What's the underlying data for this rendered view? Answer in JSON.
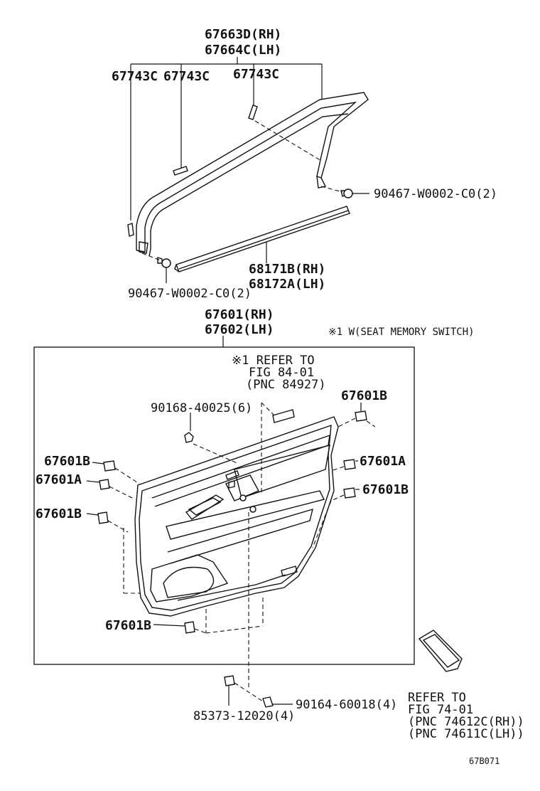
{
  "labels": {
    "moulding_rh": "67663D(RH)",
    "moulding_lh": "67664C(LH)",
    "clip_a": "67743C",
    "clip_b": "67743C",
    "clip_c": "67743C",
    "screw_top_right": "90467-W0002-C0(2)",
    "weatherstrip_rh": "68171B(RH)",
    "weatherstrip_lh": "68172A(LH)",
    "screw_top_left": "90467-W0002-C0(2)",
    "panel_rh": "67601(RH)",
    "panel_lh": "67602(LH)",
    "note_seat_memory": "※1 W(SEAT MEMORY SWITCH)",
    "refer_84_line1": "※1 REFER TO",
    "refer_84_line2": "FIG 84-01",
    "refer_84_line3": "(PNC 84927)",
    "clip_b_top_right": "67601B",
    "screw_90168": "90168-40025(6)",
    "clip_b_left_1": "67601B",
    "clip_a_left": "67601A",
    "clip_a_right": "67601A",
    "clip_b_right": "67601B",
    "clip_b_left_2": "67601B",
    "clip_b_bottom": "67601B",
    "screw_90164": "90164-60018(4)",
    "part_85373": "85373-12020(4)",
    "refer_74_line1": "REFER TO",
    "refer_74_line2": "FIG 74-01",
    "refer_74_line3": "(PNC 74612C(RH))",
    "refer_74_line4": "(PNC 74611C(LH))",
    "diagram_code": "67B071"
  }
}
